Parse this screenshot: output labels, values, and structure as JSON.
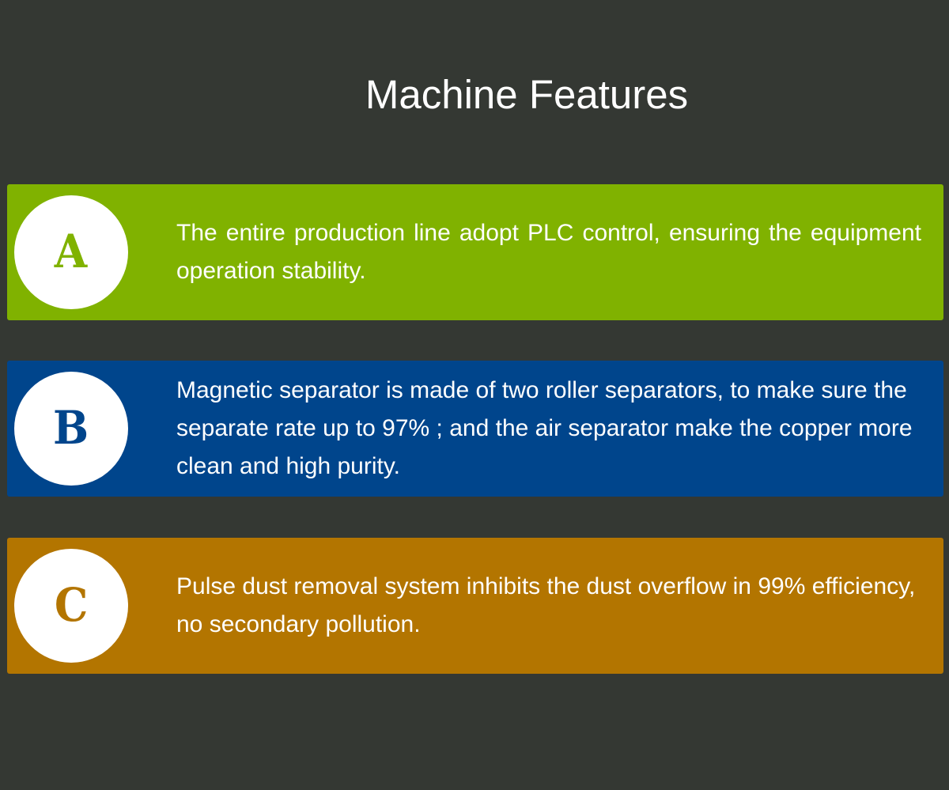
{
  "page": {
    "title": "Machine Features"
  },
  "features": [
    {
      "letter": "A",
      "color": "#80b200",
      "text": "The entire production line adopt PLC control, ensuring the equipment operation stability."
    },
    {
      "letter": "B",
      "color": "#00458c",
      "text": "Magnetic separator is made of two roller separators, to make sure the separate rate up to 97% ; and the air separator make the copper more clean and high purity."
    },
    {
      "letter": "C",
      "color": "#b37500",
      "text": "Pulse dust removal system inhibits the dust overflow in 99% efficiency, no secondary pollution."
    }
  ],
  "colors": {
    "background": "#343833",
    "text": "#ffffff"
  }
}
